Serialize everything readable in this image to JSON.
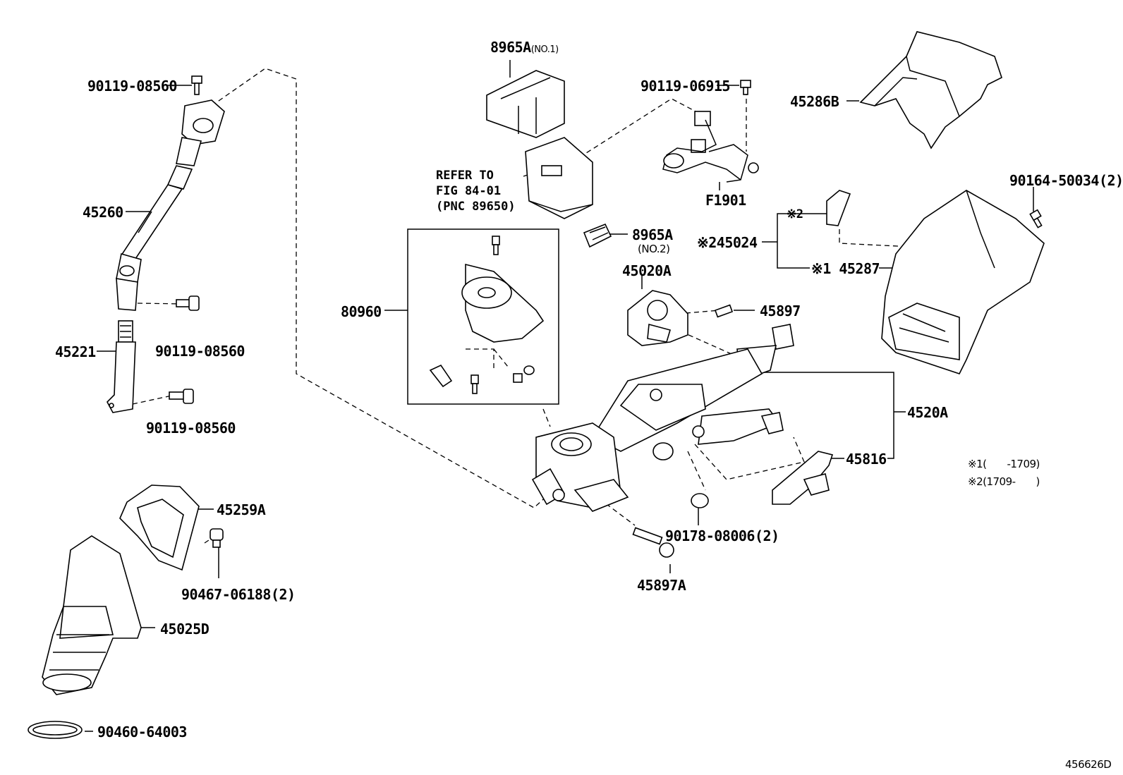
{
  "labels": {
    "p90119_08560_top": "90119-08560",
    "p45260": "45260",
    "p90119_08560_mid": "90119-08560",
    "p45221": "45221",
    "p90119_08560_bot": "90119-08560",
    "p45259A": "45259A",
    "p90467_06188": "90467-06188(2)",
    "p45025D": "45025D",
    "p90460_64003": "90460-64003",
    "p8965A_no1": "8965A",
    "p8965A_no1_suffix": "(NO.1)",
    "p8965A_no2": "8965A",
    "p8965A_no2_suffix": "(NO.2)",
    "p80960": "80960",
    "p90119_06915": "90119-06915",
    "pF1901": "F1901",
    "p45020A": "45020A",
    "p45897": "45897",
    "p4520A": "4520A",
    "p45816": "45816",
    "p90178_08006": "90178-08006(2)",
    "p45897A": "45897A",
    "p45286B": "45286B",
    "p90164_50034": "90164-50034(2)",
    "p45024": "※245024",
    "p45024_small": "※2",
    "p45287": "※1 45287"
  },
  "refer": {
    "line1": "REFER TO",
    "line2": "FIG 84-01",
    "line3": "(PNC 89650)"
  },
  "notes": {
    "note1": "※1(　　-1709)",
    "note2": "※2(1709-　　)"
  },
  "figure_id": "456626D"
}
